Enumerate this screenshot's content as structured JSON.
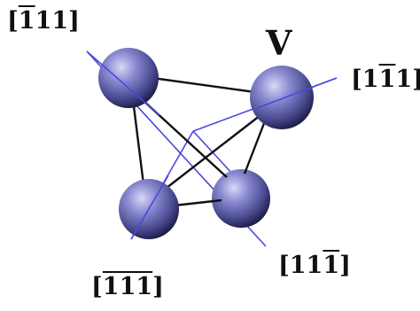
{
  "labels": {
    "top_left": {
      "pre": "[",
      "bar": "1",
      "post": "11]"
    },
    "top_right": {
      "pre": "[1",
      "bar": "1",
      "post": "1]"
    },
    "bottom_right": {
      "pre": "[11",
      "bar": "1",
      "post": "]"
    },
    "bottom_left": {
      "pre": "[",
      "bar": "111",
      "post": "]"
    },
    "atom": "V"
  },
  "colors": {
    "sphere_light": "#c8c8f0",
    "sphere_mid": "#6a6ab0",
    "sphere_dark": "#1e1e4a",
    "axis": "#4040e0",
    "bond": "#111111"
  }
}
